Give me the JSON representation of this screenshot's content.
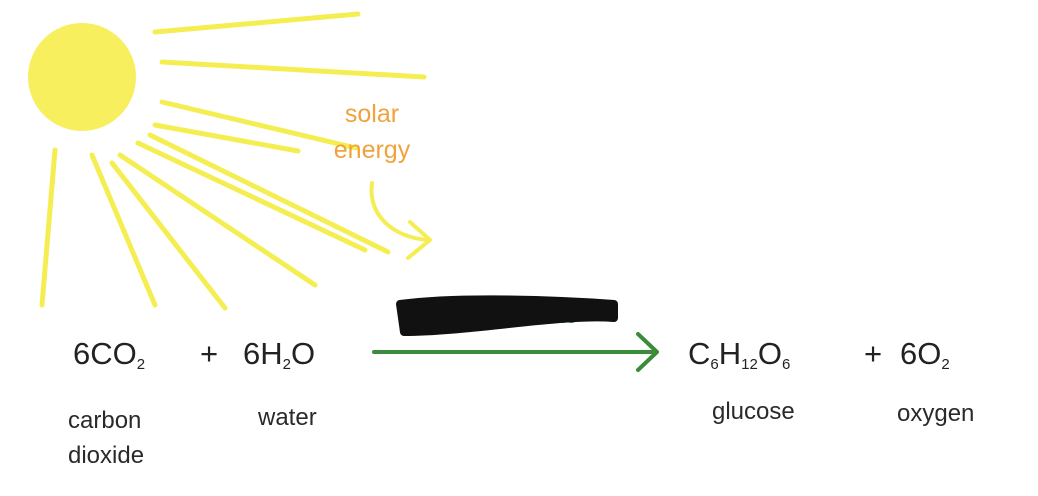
{
  "colors": {
    "sun": "#f7ef5e",
    "rays": "#f5ee52",
    "solar_text": "#f0a23c",
    "arrow": "#3b8c3a",
    "redaction": "#111111"
  },
  "solar_energy": {
    "line1": "solar",
    "line2": "energy"
  },
  "equation": {
    "co2": {
      "coef": "6",
      "main": "CO",
      "sub": "2"
    },
    "plus1": "+",
    "h2o": {
      "coef": "6",
      "main1": "H",
      "sub": "2",
      "main2": "O"
    },
    "glucose": {
      "c": "C",
      "c_sub": "6",
      "h": "H",
      "h_sub": "12",
      "o": "O",
      "o_sub": "6"
    },
    "plus2": "+",
    "o2": {
      "coef": "6",
      "main": "O",
      "sub": "2"
    }
  },
  "labels": {
    "co2_line1": "carbon",
    "co2_line2": "dioxide",
    "water": "water",
    "glucose": "glucose",
    "oxygen": "oxygen"
  }
}
